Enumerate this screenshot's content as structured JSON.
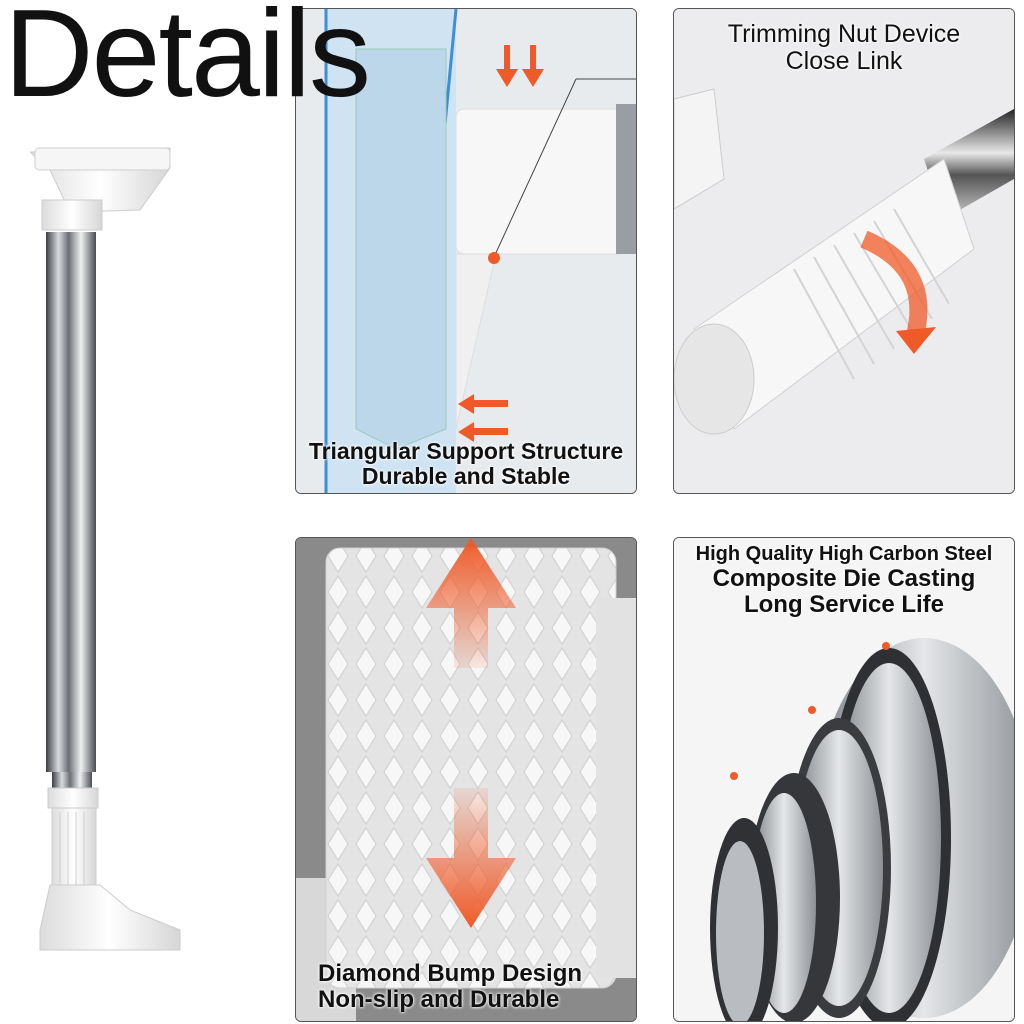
{
  "page": {
    "title": "Details"
  },
  "panels": [
    {
      "id": "triangular-support",
      "line1": "Triangular Support Structure",
      "line2": "Durable and Stable"
    },
    {
      "id": "trimming-nut",
      "line1": "Trimming Nut Device",
      "line2": "Close Link"
    },
    {
      "id": "diamond-bump",
      "line1": "Diamond Bump Design",
      "line2": "Non-slip and Durable"
    },
    {
      "id": "high-carbon-steel",
      "line1": "High Quality High Carbon Steel",
      "line2": "Composite Die Casting",
      "line3": "Long Service Life"
    }
  ],
  "colors": {
    "accent": "#f05a28",
    "steel": "#a9acb0",
    "plastic": "#f4f4f4"
  },
  "icons": [
    "down-arrows-icon",
    "left-arrows-icon",
    "up-down-arrow-icon",
    "curved-arrow-icon"
  ]
}
